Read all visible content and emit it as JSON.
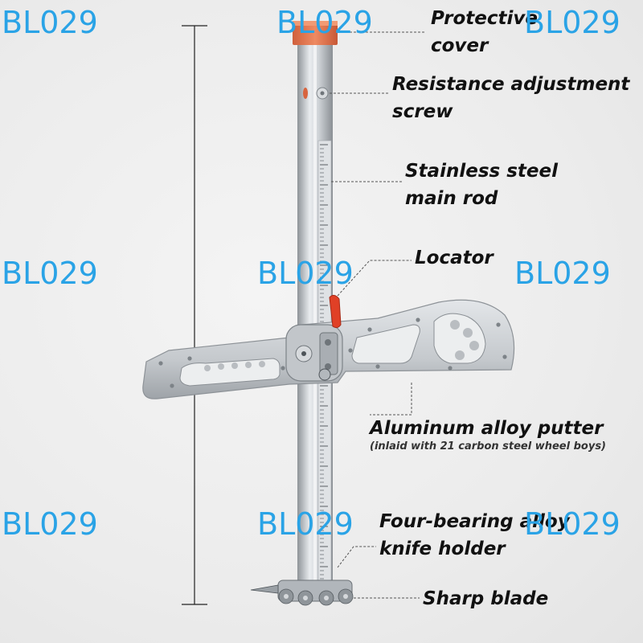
{
  "watermark": "BL029",
  "labels": {
    "protective_cover": [
      "Protective",
      "cover"
    ],
    "resistance_screw": [
      "Resistance adjustment",
      "screw"
    ],
    "main_rod": [
      "Stainless steel",
      "main rod"
    ],
    "locator": "Locator",
    "putter": "Aluminum alloy putter",
    "putter_note": "(inlaid with 21 carbon steel wheel boys)",
    "knife_holder": [
      "Four-bearing alloy",
      "knife holder"
    ],
    "blade": "Sharp blade"
  },
  "colors": {
    "watermark": "#2aa3e6",
    "cover": "#e0704a",
    "locator": "#e04026",
    "aluminum": "#c8ccd0"
  }
}
